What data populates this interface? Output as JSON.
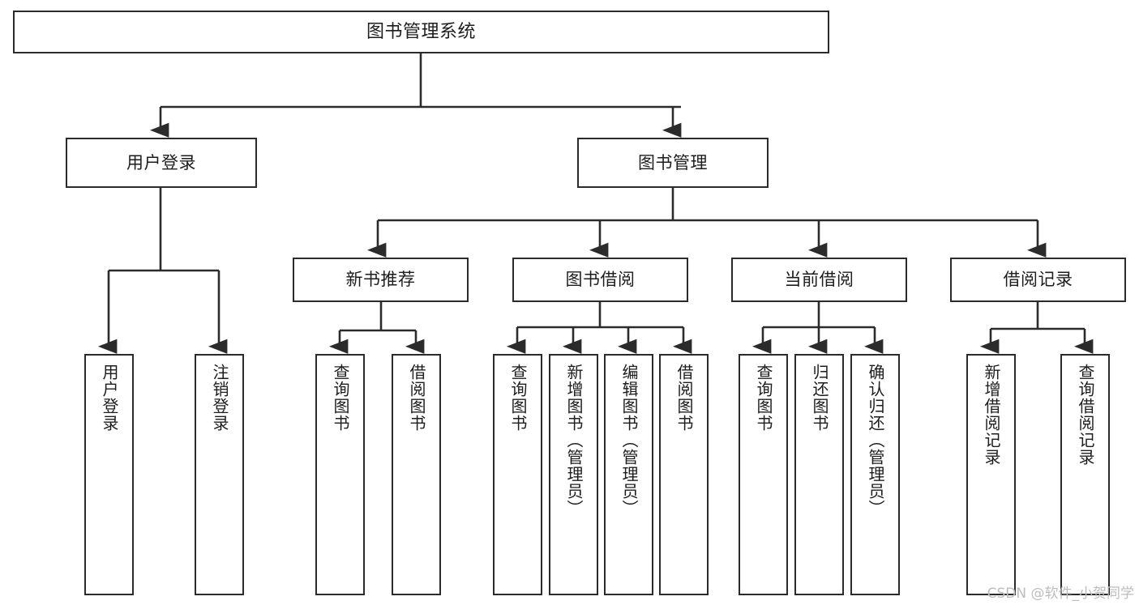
{
  "diagram": {
    "type": "tree-hierarchy",
    "title": "图书管理系统",
    "orientation": "top-down",
    "edge_color": "#2b2b2b",
    "box_border_color": "#2b2b2b",
    "box_fill_color": "#ffffff",
    "text_color": "#1d1d1d"
  },
  "watermark": {
    "text": "CSDN @软件_小贺同学",
    "color": "#bdbdbd"
  },
  "nodes": {
    "root": {
      "label": "图书管理系统",
      "level": 1
    },
    "level2": [
      {
        "id": "user-login",
        "label": "用户登录",
        "level": 2
      },
      {
        "id": "book-manage",
        "label": "图书管理",
        "level": 2
      }
    ],
    "level3": [
      {
        "id": "new-book-recommend",
        "label": "新书推荐",
        "level": 3
      },
      {
        "id": "book-borrow",
        "label": "图书借阅",
        "level": 3
      },
      {
        "id": "current-borrow",
        "label": "当前借阅",
        "level": 3
      },
      {
        "id": "borrow-record",
        "label": "借阅记录",
        "level": 3
      }
    ],
    "leaves": [
      {
        "id": "leaf-user-login",
        "label": "用户登录",
        "parent": "user-login"
      },
      {
        "id": "leaf-logout-login",
        "label": "注销登录",
        "parent": "user-login"
      },
      {
        "id": "leaf-query-book-1",
        "label": "查询图书",
        "parent": "new-book-recommend"
      },
      {
        "id": "leaf-borrow-book-1",
        "label": "借阅图书",
        "parent": "new-book-recommend"
      },
      {
        "id": "leaf-query-book-2",
        "label": "查询图书",
        "parent": "book-borrow"
      },
      {
        "id": "leaf-add-book",
        "label": "新增图书（管理员）",
        "parent": "book-borrow"
      },
      {
        "id": "leaf-edit-book",
        "label": "编辑图书（管理员）",
        "parent": "book-borrow"
      },
      {
        "id": "leaf-borrow-book-2",
        "label": "借阅图书",
        "parent": "book-borrow"
      },
      {
        "id": "leaf-query-book-3",
        "label": "查询图书",
        "parent": "current-borrow"
      },
      {
        "id": "leaf-return-book",
        "label": "归还图书",
        "parent": "current-borrow"
      },
      {
        "id": "leaf-confirm-return",
        "label": "确认归还（管理员）",
        "parent": "current-borrow"
      },
      {
        "id": "leaf-add-record",
        "label": "新增借阅记录",
        "parent": "borrow-record"
      },
      {
        "id": "leaf-query-record",
        "label": "查询借阅记录",
        "parent": "borrow-record"
      }
    ]
  }
}
